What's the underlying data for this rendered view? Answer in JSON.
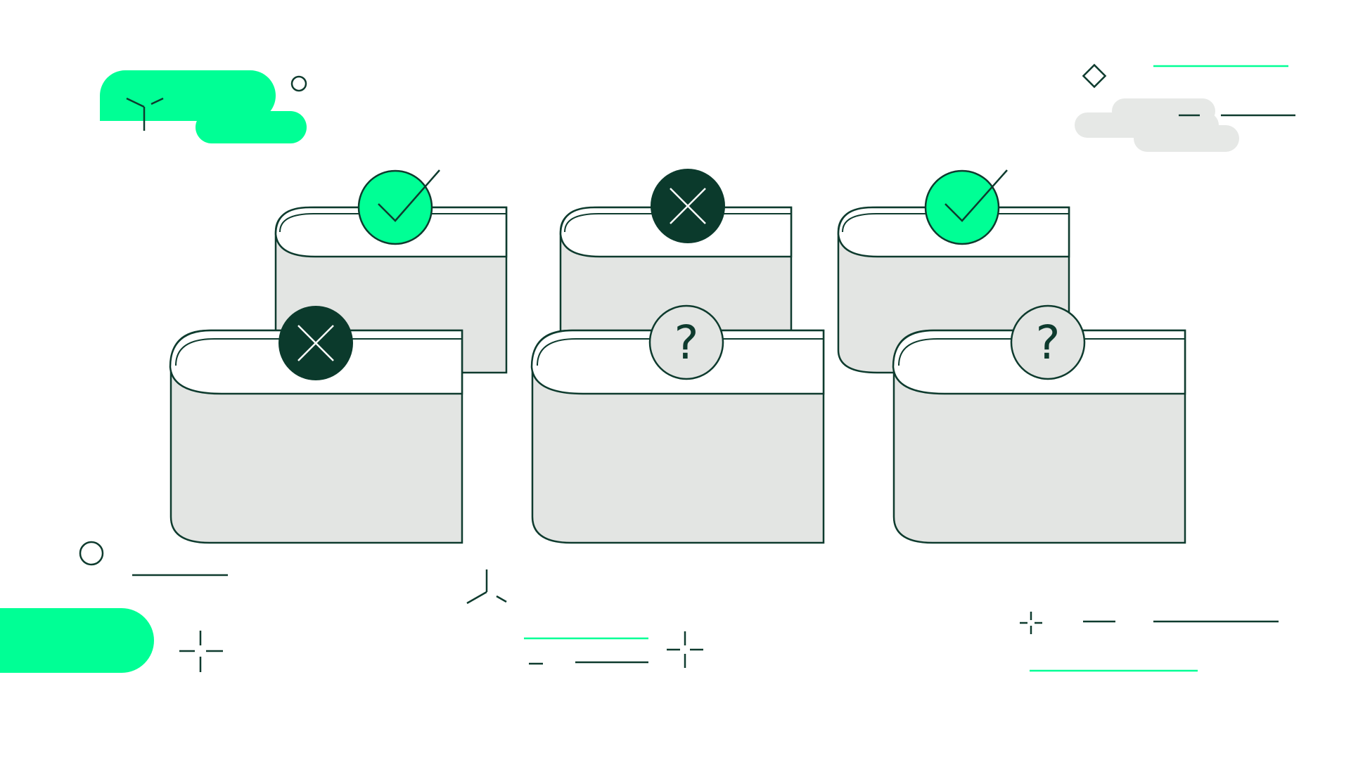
{
  "colors": {
    "accent": "#00ff95",
    "ink": "#0e3b2e",
    "dark_badge": "#0b3a2c",
    "fill_gray": "#e3e5e3",
    "cloud_gray": "#e6e8e6"
  },
  "wallets": [
    {
      "status": "approved",
      "icon": "check-icon"
    },
    {
      "status": "rejected",
      "icon": "x-icon"
    },
    {
      "status": "approved",
      "icon": "check-icon"
    },
    {
      "status": "rejected",
      "icon": "x-icon"
    },
    {
      "status": "unknown",
      "icon": "question-icon",
      "label": "?"
    },
    {
      "status": "unknown",
      "icon": "question-icon",
      "label": "?"
    }
  ]
}
